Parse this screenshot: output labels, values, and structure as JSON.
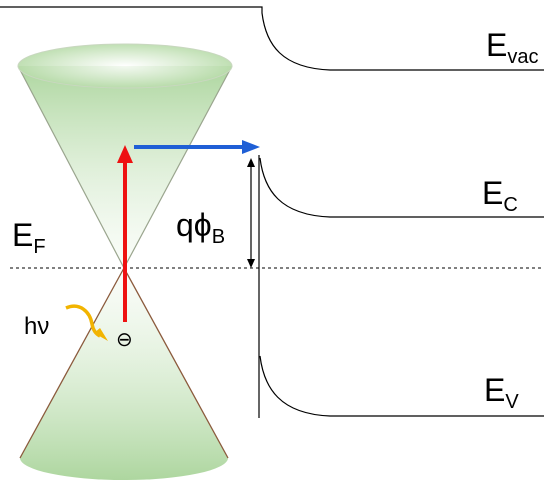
{
  "labels": {
    "e_vac": {
      "main": "E",
      "sub": "vac"
    },
    "e_c": {
      "main": "E",
      "sub": "C"
    },
    "e_f": {
      "main": "E",
      "sub": "F"
    },
    "e_v": {
      "main": "E",
      "sub": "V"
    },
    "barrier": {
      "main": "qϕ",
      "sub": "B"
    },
    "photon": "hν",
    "electron": "⊖"
  },
  "colors": {
    "cone_fill": "#a9d49a",
    "cone_edge_upper": "#9aa58e",
    "cone_edge_lower": "#8b5a3c",
    "excitation_arrow": "#ee1111",
    "emission_arrow": "#1f5fd6",
    "photon_arrow": "#f2b400",
    "band_lines": "#000000"
  }
}
